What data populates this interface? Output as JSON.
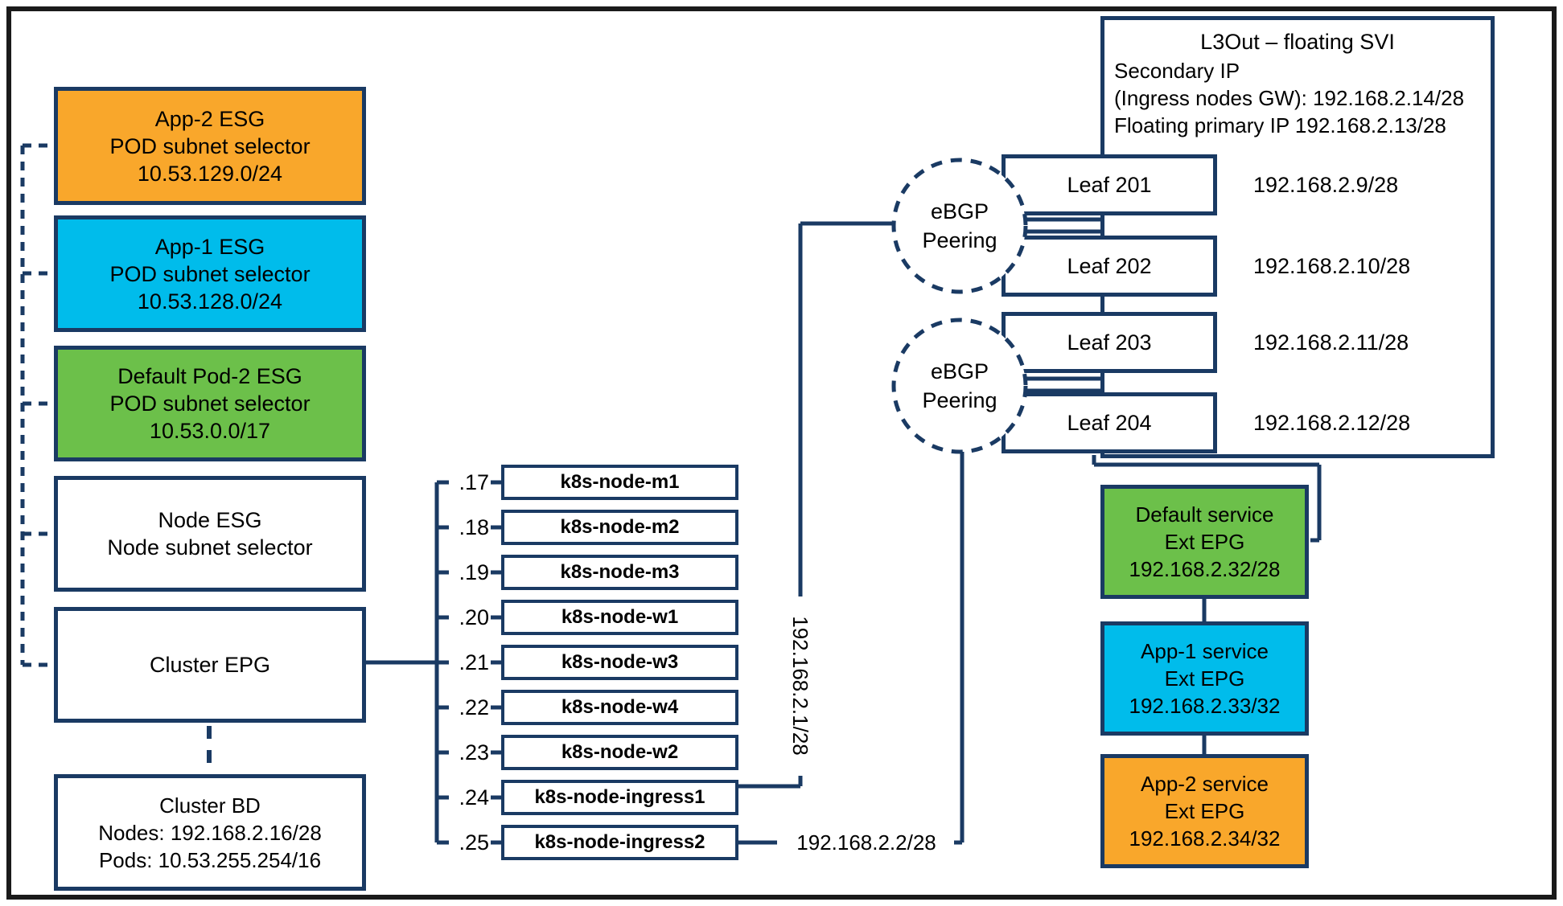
{
  "colors": {
    "navy_line": "#1A3A63",
    "frame_black": "#1A1A1A",
    "orange": "#F9A72B",
    "cyan": "#00BCEB",
    "green": "#6CC04A",
    "white": "#FFFFFF"
  },
  "left_column": {
    "boxes": [
      {
        "lines": [
          "App-2 ESG",
          "POD subnet selector",
          "10.53.129.0/24"
        ],
        "color_hex": "#F9A72B"
      },
      {
        "lines": [
          "App-1 ESG",
          "POD subnet selector",
          "10.53.128.0/24"
        ],
        "color_hex": "#00BCEB"
      },
      {
        "lines": [
          "Default Pod-2 ESG",
          "POD subnet selector",
          "10.53.0.0/17"
        ],
        "color_hex": "#6CC04A"
      },
      {
        "lines": [
          "Node ESG",
          "Node subnet selector"
        ],
        "color_hex": "#FFFFFF"
      },
      {
        "lines": [
          "Cluster EPG"
        ],
        "color_hex": "#FFFFFF"
      }
    ]
  },
  "cluster_bd": {
    "lines": [
      "Cluster BD",
      "Nodes: 192.168.2.16/28",
      "Pods: 10.53.255.254/16"
    ]
  },
  "k8s_nodes": {
    "items": [
      {
        "ip_suffix": ".17",
        "name": "k8s-node-m1"
      },
      {
        "ip_suffix": ".18",
        "name": "k8s-node-m2"
      },
      {
        "ip_suffix": ".19",
        "name": "k8s-node-m3"
      },
      {
        "ip_suffix": ".20",
        "name": "k8s-node-w1"
      },
      {
        "ip_suffix": ".21",
        "name": "k8s-node-w3"
      },
      {
        "ip_suffix": ".22",
        "name": "k8s-node-w4"
      },
      {
        "ip_suffix": ".23",
        "name": "k8s-node-w2"
      },
      {
        "ip_suffix": ".24",
        "name": "k8s-node-ingress1"
      },
      {
        "ip_suffix": ".25",
        "name": "k8s-node-ingress2"
      }
    ],
    "uplink_subnet": "192.168.2.1/28",
    "ingress2_ip": "192.168.2.2/28"
  },
  "ebgp": {
    "line1": "eBGP",
    "line2": "Peering"
  },
  "l3out": {
    "title": "L3Out – floating SVI",
    "info_lines": [
      "Secondary IP",
      "(Ingress nodes GW): 192.168.2.14/28",
      "Floating primary IP 192.168.2.13/28"
    ],
    "leaves": [
      {
        "name": "Leaf 201",
        "ip": "192.168.2.9/28"
      },
      {
        "name": "Leaf 202",
        "ip": "192.168.2.10/28"
      },
      {
        "name": "Leaf 203",
        "ip": "192.168.2.11/28"
      },
      {
        "name": "Leaf 204",
        "ip": "192.168.2.12/28"
      }
    ]
  },
  "ext_epgs": {
    "boxes": [
      {
        "lines": [
          "Default service",
          "Ext EPG",
          "192.168.2.32/28"
        ],
        "color_hex": "#6CC04A"
      },
      {
        "lines": [
          "App-1 service",
          "Ext EPG",
          "192.168.2.33/32"
        ],
        "color_hex": "#00BCEB"
      },
      {
        "lines": [
          "App-2 service",
          "Ext EPG",
          "192.168.2.34/32"
        ],
        "color_hex": "#F9A72B"
      }
    ]
  }
}
